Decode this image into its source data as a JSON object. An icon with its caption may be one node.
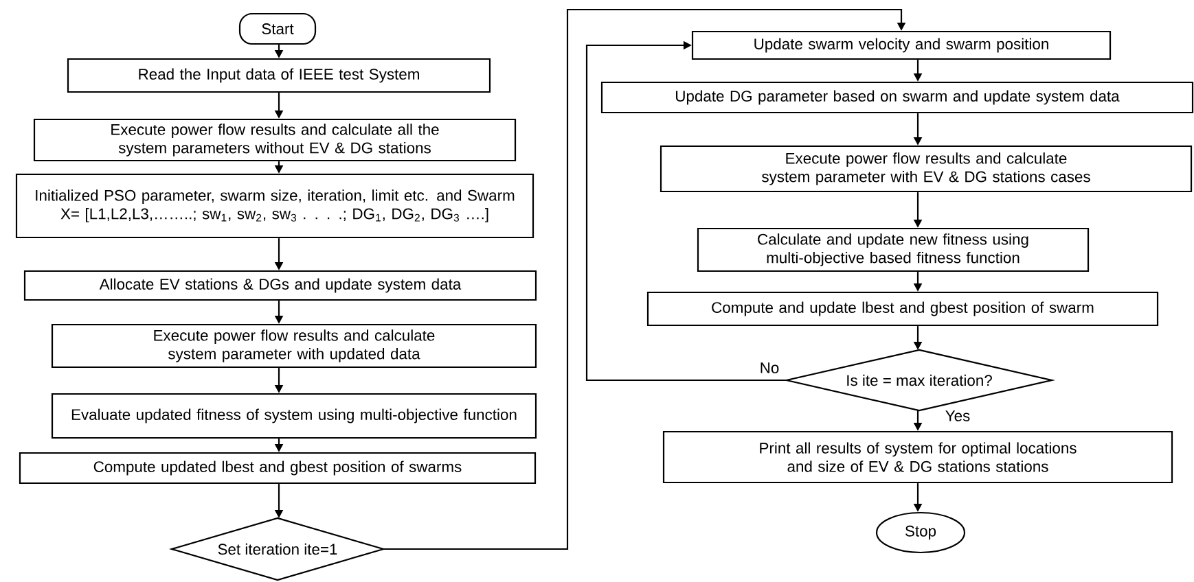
{
  "diagram": {
    "nodes": [
      {
        "text": [
          "Start"
        ]
      },
      {
        "text": [
          "Read the Input data of IEEE test System"
        ]
      },
      {
        "text": [
          "Execute power flow results and calculate all the system parameters without EV & DG stations"
        ]
      },
      {
        "text": [
          "Initialized PSO parameter, swarm size, iteration, limit etc. and Swarm X= [L1,L2,L3,……..; sw$_{1}$, sw$_{2}$, sw$_{3}$ . . . .; DG$_{1}$, DG$_{2}$, DG$_{3}$ ….]"
        ]
      },
      {
        "text": [
          "Allocate EV stations & DGs and update system data"
        ]
      },
      {
        "text": [
          "Execute power flow results and calculate system parameter with updated data"
        ]
      },
      {
        "text": [
          "Evaluate updated fitness of system using multi-objective function"
        ]
      },
      {
        "text": [
          "Compute updated lbest and gbest position of swarms"
        ]
      },
      {
        "text": [
          "Set iteration ite=1"
        ]
      },
      {
        "text": [
          "Update swarm velocity and swarm position"
        ]
      },
      {
        "text": [
          "Update DG parameter based on swarm and update system data"
        ]
      },
      {
        "text": [
          "Execute power flow results and calculate system parameter with EV & DG stations cases"
        ]
      },
      {
        "text": [
          "Calculate and update new fitness using multi-objective based fitness function"
        ]
      },
      {
        "text": [
          "Compute and update lbest and gbest position of swarm"
        ]
      },
      {
        "text": [
          "Is ite = max iteration?"
        ]
      },
      {
        "text": [
          "Print all results of system for optimal locations and size of EV & DG stations stations"
        ]
      },
      {
        "text": [
          "Stop"
        ]
      }
    ],
    "edges": [
      {
        "from": 0,
        "to": 1,
        "arrow": "to"
      },
      {
        "from": 1,
        "to": 2,
        "arrow": "to"
      },
      {
        "from": 2,
        "to": 3,
        "arrow": "to"
      },
      {
        "from": 3,
        "to": 4,
        "arrow": "to"
      },
      {
        "from": 4,
        "to": 5,
        "arrow": "to"
      },
      {
        "from": 5,
        "to": 6,
        "arrow": "to"
      },
      {
        "from": 6,
        "to": 7,
        "arrow": "to"
      },
      {
        "from": 7,
        "to": 8,
        "arrow": "to"
      },
      {
        "from": 8,
        "to": 9,
        "arrow": "to"
      },
      {
        "from": 9,
        "to": 10,
        "arrow": "to"
      },
      {
        "from": 10,
        "to": 11,
        "arrow": "to"
      },
      {
        "from": 11,
        "to": 12,
        "arrow": "to"
      },
      {
        "from": 12,
        "to": 13,
        "arrow": "to"
      },
      {
        "from": 13,
        "to": 14,
        "arrow": "to"
      },
      {
        "from": 14,
        "to": 9,
        "arrow": "to",
        "label": "No"
      },
      {
        "from": 14,
        "to": 15,
        "arrow": "to",
        "label": "Yes"
      },
      {
        "from": 15,
        "to": 16,
        "arrow": "to"
      }
    ]
  }
}
